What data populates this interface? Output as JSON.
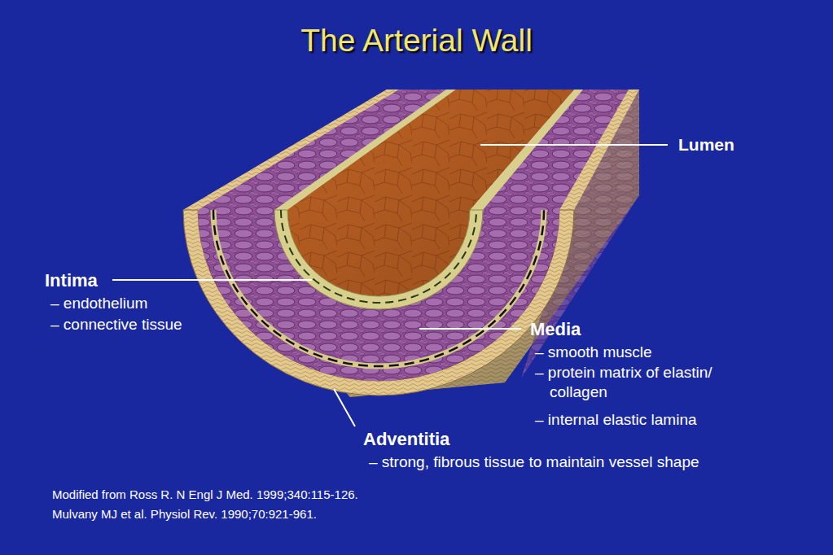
{
  "diagram": {
    "title": "The Arterial Wall",
    "labels": [
      "Lumen",
      "Intima",
      "– endothelium",
      "– connective tissue",
      "Media",
      "– smooth muscle",
      "– protein matrix of elastin/ collagen",
      "– internal elastic lamina",
      "Adventitia",
      "– strong, fibrous tissue to maintain vessel shape",
      "Modified from Ross R.  N Engl J Med.  1999;340:115-126.",
      "Mulvany MJ et al.  Physiol Rev.  1990;70:921-961."
    ]
  }
}
